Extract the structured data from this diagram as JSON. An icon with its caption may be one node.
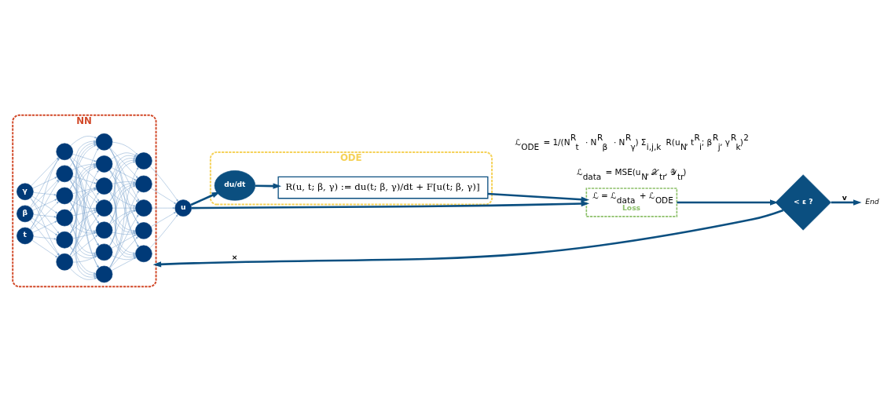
{
  "diagram": {
    "nodes": [
      {
        "text": [
          "NN"
        ]
      },
      {
        "text": [
          "t"
        ],
        "in": 0
      },
      {
        "text": [
          "β"
        ],
        "in": 0
      },
      {
        "text": [
          "γ"
        ],
        "in": 0
      },
      {
        "text": [],
        "shape": "circle",
        "in": 0
      },
      {
        "text": [],
        "shape": "circle",
        "in": 0
      },
      {
        "text": [],
        "shape": "circle",
        "in": 0
      },
      {
        "text": [],
        "shape": "circle",
        "in": 0
      },
      {
        "text": [],
        "shape": "circle",
        "in": 0
      },
      {
        "text": [],
        "shape": "circle",
        "in": 0
      },
      {
        "text": [],
        "shape": "circle",
        "in": 0
      },
      {
        "text": [],
        "shape": "circle",
        "in": 0
      },
      {
        "text": [],
        "shape": "circle",
        "in": 0
      },
      {
        "text": [],
        "shape": "circle",
        "in": 0
      },
      {
        "text": [],
        "shape": "circle",
        "in": 0
      },
      {
        "text": [],
        "shape": "circle",
        "in": 0
      },
      {
        "text": [],
        "shape": "circle",
        "in": 0
      },
      {
        "text": [],
        "shape": "circle",
        "in": 0
      },
      {
        "text": [],
        "shape": "circle",
        "in": 0
      },
      {
        "text": [],
        "shape": "circle",
        "in": 0
      },
      {
        "text": [],
        "shape": "circle",
        "in": 0
      },
      {
        "text": [],
        "shape": "circle",
        "in": 0
      },
      {
        "text": [
          "u"
        ]
      },
      {
        "text": [
          "ODE"
        ]
      },
      {
        "text": [
          "du/dt"
        ],
        "in": 23
      },
      {
        "text": [
          "R(u, t; β, γ) := du(t; β, γ)/dt + F[u(t; β, γ)]"
        ],
        "in": 23
      },
      {
        "text": [
          "ℒ = ℒ$_{data}$ + ℒ$_{ODE}$",
          "Loss"
        ]
      },
      {
        "text": [
          "< ε ?"
        ]
      },
      {
        "text": [
          "End"
        ]
      }
    ],
    "edges": [
      {
        "from": 1,
        "to": 4,
        "arrow": "to",
        "color": "#7fa7cf"
      },
      {
        "from": 1,
        "to": 5,
        "arrow": "to",
        "color": "#7fa7cf"
      },
      {
        "from": 1,
        "to": 6,
        "arrow": "to",
        "color": "#7fa7cf"
      },
      {
        "from": 1,
        "to": 7,
        "arrow": "to",
        "color": "#7fa7cf"
      },
      {
        "from": 1,
        "to": 8,
        "arrow": "to",
        "color": "#7fa7cf"
      },
      {
        "from": 1,
        "to": 9,
        "arrow": "to",
        "color": "#7fa7cf"
      },
      {
        "from": 2,
        "to": 4,
        "arrow": "to",
        "color": "#7fa7cf"
      },
      {
        "from": 2,
        "to": 5,
        "arrow": "to",
        "color": "#7fa7cf"
      },
      {
        "from": 2,
        "to": 6,
        "arrow": "to",
        "color": "#7fa7cf"
      },
      {
        "from": 2,
        "to": 7,
        "arrow": "to",
        "color": "#7fa7cf"
      },
      {
        "from": 2,
        "to": 8,
        "arrow": "to",
        "color": "#7fa7cf"
      },
      {
        "from": 2,
        "to": 9,
        "arrow": "to",
        "color": "#7fa7cf"
      },
      {
        "from": 3,
        "to": 4,
        "arrow": "to",
        "color": "#7fa7cf"
      },
      {
        "from": 3,
        "to": 5,
        "arrow": "to",
        "color": "#7fa7cf"
      },
      {
        "from": 3,
        "to": 6,
        "arrow": "to",
        "color": "#7fa7cf"
      },
      {
        "from": 3,
        "to": 7,
        "arrow": "to",
        "color": "#7fa7cf"
      },
      {
        "from": 3,
        "to": 8,
        "arrow": "to",
        "color": "#7fa7cf"
      },
      {
        "from": 3,
        "to": 9,
        "arrow": "to",
        "color": "#7fa7cf"
      },
      {
        "from": 4,
        "to": 10,
        "arrow": "to",
        "color": "#7fa7cf"
      },
      {
        "from": 4,
        "to": 11,
        "arrow": "to",
        "color": "#7fa7cf"
      },
      {
        "from": 4,
        "to": 12,
        "arrow": "to",
        "color": "#7fa7cf"
      },
      {
        "from": 4,
        "to": 13,
        "arrow": "to",
        "color": "#7fa7cf"
      },
      {
        "from": 4,
        "to": 14,
        "arrow": "to",
        "color": "#7fa7cf"
      },
      {
        "from": 4,
        "to": 15,
        "arrow": "to",
        "color": "#7fa7cf"
      },
      {
        "from": 4,
        "to": 16,
        "arrow": "to",
        "color": "#7fa7cf"
      },
      {
        "from": 5,
        "to": 10,
        "arrow": "to",
        "color": "#7fa7cf"
      },
      {
        "from": 5,
        "to": 11,
        "arrow": "to",
        "color": "#7fa7cf"
      },
      {
        "from": 5,
        "to": 12,
        "arrow": "to",
        "color": "#7fa7cf"
      },
      {
        "from": 5,
        "to": 13,
        "arrow": "to",
        "color": "#7fa7cf"
      },
      {
        "from": 5,
        "to": 14,
        "arrow": "to",
        "color": "#7fa7cf"
      },
      {
        "from": 5,
        "to": 15,
        "arrow": "to",
        "color": "#7fa7cf"
      },
      {
        "from": 5,
        "to": 16,
        "arrow": "to",
        "color": "#7fa7cf"
      },
      {
        "from": 6,
        "to": 10,
        "arrow": "to",
        "color": "#7fa7cf"
      },
      {
        "from": 6,
        "to": 11,
        "arrow": "to",
        "color": "#7fa7cf"
      },
      {
        "from": 6,
        "to": 12,
        "arrow": "to",
        "color": "#7fa7cf"
      },
      {
        "from": 6,
        "to": 13,
        "arrow": "to",
        "color": "#7fa7cf"
      },
      {
        "from": 6,
        "to": 14,
        "arrow": "to",
        "color": "#7fa7cf"
      },
      {
        "from": 6,
        "to": 15,
        "arrow": "to",
        "color": "#7fa7cf"
      },
      {
        "from": 6,
        "to": 16,
        "arrow": "to",
        "color": "#7fa7cf"
      },
      {
        "from": 7,
        "to": 10,
        "arrow": "to",
        "color": "#7fa7cf"
      },
      {
        "from": 7,
        "to": 11,
        "arrow": "to",
        "color": "#7fa7cf"
      },
      {
        "from": 7,
        "to": 12,
        "arrow": "to",
        "color": "#7fa7cf"
      },
      {
        "from": 7,
        "to": 13,
        "arrow": "to",
        "color": "#7fa7cf"
      },
      {
        "from": 7,
        "to": 14,
        "arrow": "to",
        "color": "#7fa7cf"
      },
      {
        "from": 7,
        "to": 15,
        "arrow": "to",
        "color": "#7fa7cf"
      },
      {
        "from": 7,
        "to": 16,
        "arrow": "to",
        "color": "#7fa7cf"
      },
      {
        "from": 8,
        "to": 10,
        "arrow": "to",
        "color": "#7fa7cf"
      },
      {
        "from": 8,
        "to": 11,
        "arrow": "to",
        "color": "#7fa7cf"
      },
      {
        "from": 8,
        "to": 12,
        "arrow": "to",
        "color": "#7fa7cf"
      },
      {
        "from": 8,
        "to": 13,
        "arrow": "to",
        "color": "#7fa7cf"
      },
      {
        "from": 8,
        "to": 14,
        "arrow": "to",
        "color": "#7fa7cf"
      },
      {
        "from": 8,
        "to": 15,
        "arrow": "to",
        "color": "#7fa7cf"
      },
      {
        "from": 8,
        "to": 16,
        "arrow": "to",
        "color": "#7fa7cf"
      },
      {
        "from": 9,
        "to": 10,
        "arrow": "to",
        "color": "#7fa7cf"
      },
      {
        "from": 9,
        "to": 11,
        "arrow": "to",
        "color": "#7fa7cf"
      },
      {
        "from": 9,
        "to": 12,
        "arrow": "to",
        "color": "#7fa7cf"
      },
      {
        "from": 9,
        "to": 13,
        "arrow": "to",
        "color": "#7fa7cf"
      },
      {
        "from": 9,
        "to": 14,
        "arrow": "to",
        "color": "#7fa7cf"
      },
      {
        "from": 9,
        "to": 15,
        "arrow": "to",
        "color": "#7fa7cf"
      },
      {
        "from": 9,
        "to": 16,
        "arrow": "to",
        "color": "#7fa7cf"
      },
      {
        "from": 10,
        "to": 17,
        "arrow": "to",
        "color": "#7fa7cf"
      },
      {
        "from": 10,
        "to": 18,
        "arrow": "to",
        "color": "#7fa7cf"
      },
      {
        "from": 10,
        "to": 19,
        "arrow": "to",
        "color": "#7fa7cf"
      },
      {
        "from": 10,
        "to": 20,
        "arrow": "to",
        "color": "#7fa7cf"
      },
      {
        "from": 10,
        "to": 21,
        "arrow": "to",
        "color": "#7fa7cf"
      },
      {
        "from": 11,
        "to": 17,
        "arrow": "to",
        "color": "#7fa7cf"
      },
      {
        "from": 11,
        "to": 18,
        "arrow": "to",
        "color": "#7fa7cf"
      },
      {
        "from": 11,
        "to": 19,
        "arrow": "to",
        "color": "#7fa7cf"
      },
      {
        "from": 11,
        "to": 20,
        "arrow": "to",
        "color": "#7fa7cf"
      },
      {
        "from": 11,
        "to": 21,
        "arrow": "to",
        "color": "#7fa7cf"
      },
      {
        "from": 12,
        "to": 17,
        "arrow": "to",
        "color": "#7fa7cf"
      },
      {
        "from": 12,
        "to": 18,
        "arrow": "to",
        "color": "#7fa7cf"
      },
      {
        "from": 12,
        "to": 19,
        "arrow": "to",
        "color": "#7fa7cf"
      },
      {
        "from": 12,
        "to": 20,
        "arrow": "to",
        "color": "#7fa7cf"
      },
      {
        "from": 12,
        "to": 21,
        "arrow": "to",
        "color": "#7fa7cf"
      },
      {
        "from": 13,
        "to": 17,
        "arrow": "to",
        "color": "#7fa7cf"
      },
      {
        "from": 13,
        "to": 18,
        "arrow": "to",
        "color": "#7fa7cf"
      },
      {
        "from": 13,
        "to": 19,
        "arrow": "to",
        "color": "#7fa7cf"
      },
      {
        "from": 13,
        "to": 20,
        "arrow": "to",
        "color": "#7fa7cf"
      },
      {
        "from": 13,
        "to": 21,
        "arrow": "to",
        "color": "#7fa7cf"
      },
      {
        "from": 14,
        "to": 17,
        "arrow": "to",
        "color": "#7fa7cf"
      },
      {
        "from": 14,
        "to": 18,
        "arrow": "to",
        "color": "#7fa7cf"
      },
      {
        "from": 14,
        "to": 19,
        "arrow": "to",
        "color": "#7fa7cf"
      },
      {
        "from": 14,
        "to": 20,
        "arrow": "to",
        "color": "#7fa7cf"
      },
      {
        "from": 14,
        "to": 21,
        "arrow": "to",
        "color": "#7fa7cf"
      },
      {
        "from": 15,
        "to": 17,
        "arrow": "to",
        "color": "#7fa7cf"
      },
      {
        "from": 15,
        "to": 18,
        "arrow": "to",
        "color": "#7fa7cf"
      },
      {
        "from": 15,
        "to": 19,
        "arrow": "to",
        "color": "#7fa7cf"
      },
      {
        "from": 15,
        "to": 20,
        "arrow": "to",
        "color": "#7fa7cf"
      },
      {
        "from": 15,
        "to": 21,
        "arrow": "to",
        "color": "#7fa7cf"
      },
      {
        "from": 16,
        "to": 17,
        "arrow": "to",
        "color": "#7fa7cf"
      },
      {
        "from": 16,
        "to": 18,
        "arrow": "to",
        "color": "#7fa7cf"
      },
      {
        "from": 16,
        "to": 19,
        "arrow": "to",
        "color": "#7fa7cf"
      },
      {
        "from": 16,
        "to": 20,
        "arrow": "to",
        "color": "#7fa7cf"
      },
      {
        "from": 16,
        "to": 21,
        "arrow": "to",
        "color": "#7fa7cf"
      },
      {
        "from": 17,
        "to": 22,
        "arrow": "to",
        "color": "#7fa7cf"
      },
      {
        "from": 18,
        "to": 22,
        "arrow": "to",
        "color": "#7fa7cf"
      },
      {
        "from": 19,
        "to": 22,
        "arrow": "to",
        "color": "#7fa7cf"
      },
      {
        "from": 20,
        "to": 22,
        "arrow": "to",
        "color": "#7fa7cf"
      },
      {
        "from": 21,
        "to": 22,
        "arrow": "to",
        "color": "#7fa7cf"
      },
      {
        "from": 22,
        "to": 24,
        "arrow": "to",
        "style": "thick",
        "color": "#0b4f80"
      },
      {
        "from": 24,
        "to": 25,
        "arrow": "to",
        "style": "thick",
        "color": "#0b4f80"
      },
      {
        "from": 22,
        "to": 26,
        "arrow": "to",
        "style": "thick",
        "color": "#0b4f80"
      },
      {
        "from": 25,
        "to": 26,
        "arrow": "to",
        "style": "thick",
        "color": "#0b4f80"
      },
      {
        "from": 26,
        "to": 27,
        "arrow": "to",
        "style": "thick",
        "color": "#0b4f80"
      },
      {
        "from": 27,
        "to": 0,
        "arrow": "to",
        "label": "×",
        "style": "thick",
        "color": "#0b4f80"
      },
      {
        "from": 27,
        "to": 28,
        "arrow": "to",
        "label": "v",
        "style": "thick",
        "color": "#0b4f80"
      }
    ],
    "labels": [
      "ℒ$_{ODE}$ = 1/(N$^{R}$$_{t}$ · N$^{R}$$_{β}$ · N$^{R}$$_{γ}$) Σ$_{i,j,k}$ R(u$_{N}$, t$^{R}$$_{i}$; β$^{R}$$_{j}$, γ$^{R}$$_{k}$)$^{2}$",
      "ℒ$_{data}$ = MSE(u$_{N}$, 𝒳$_{tr}$, 𝒴$_{tr}$)"
    ]
  }
}
